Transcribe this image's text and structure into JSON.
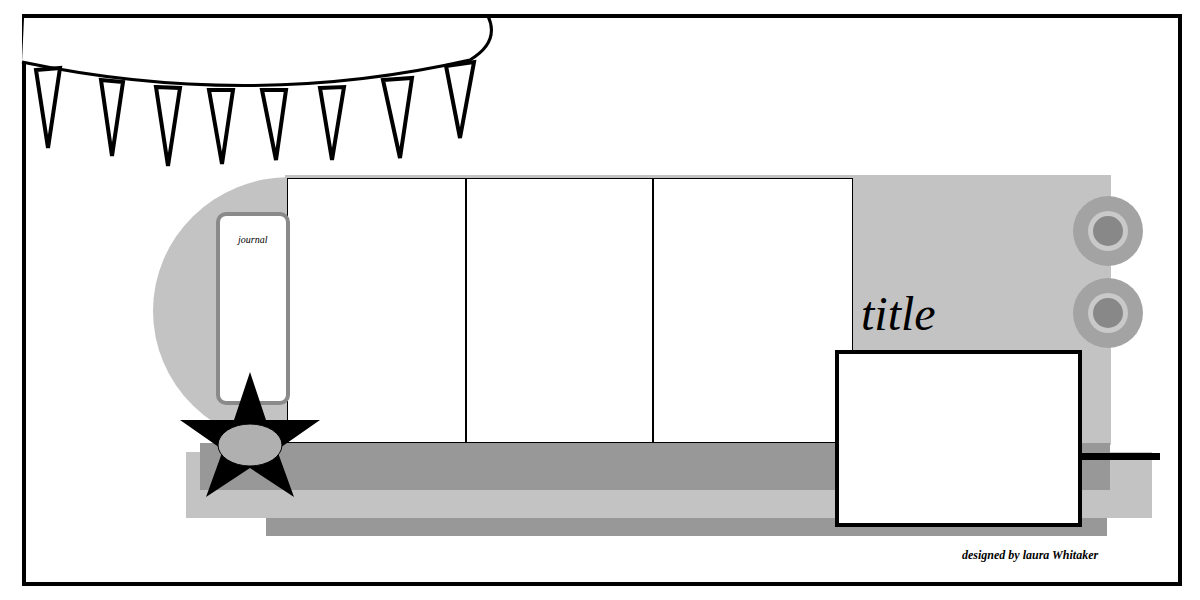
{
  "diagram": {
    "nodes": [
      {
        "text": [
          "journal"
        ]
      },
      {
        "text": [
          "title"
        ]
      }
    ],
    "labels": [
      "designed by laura Whitaker"
    ]
  }
}
